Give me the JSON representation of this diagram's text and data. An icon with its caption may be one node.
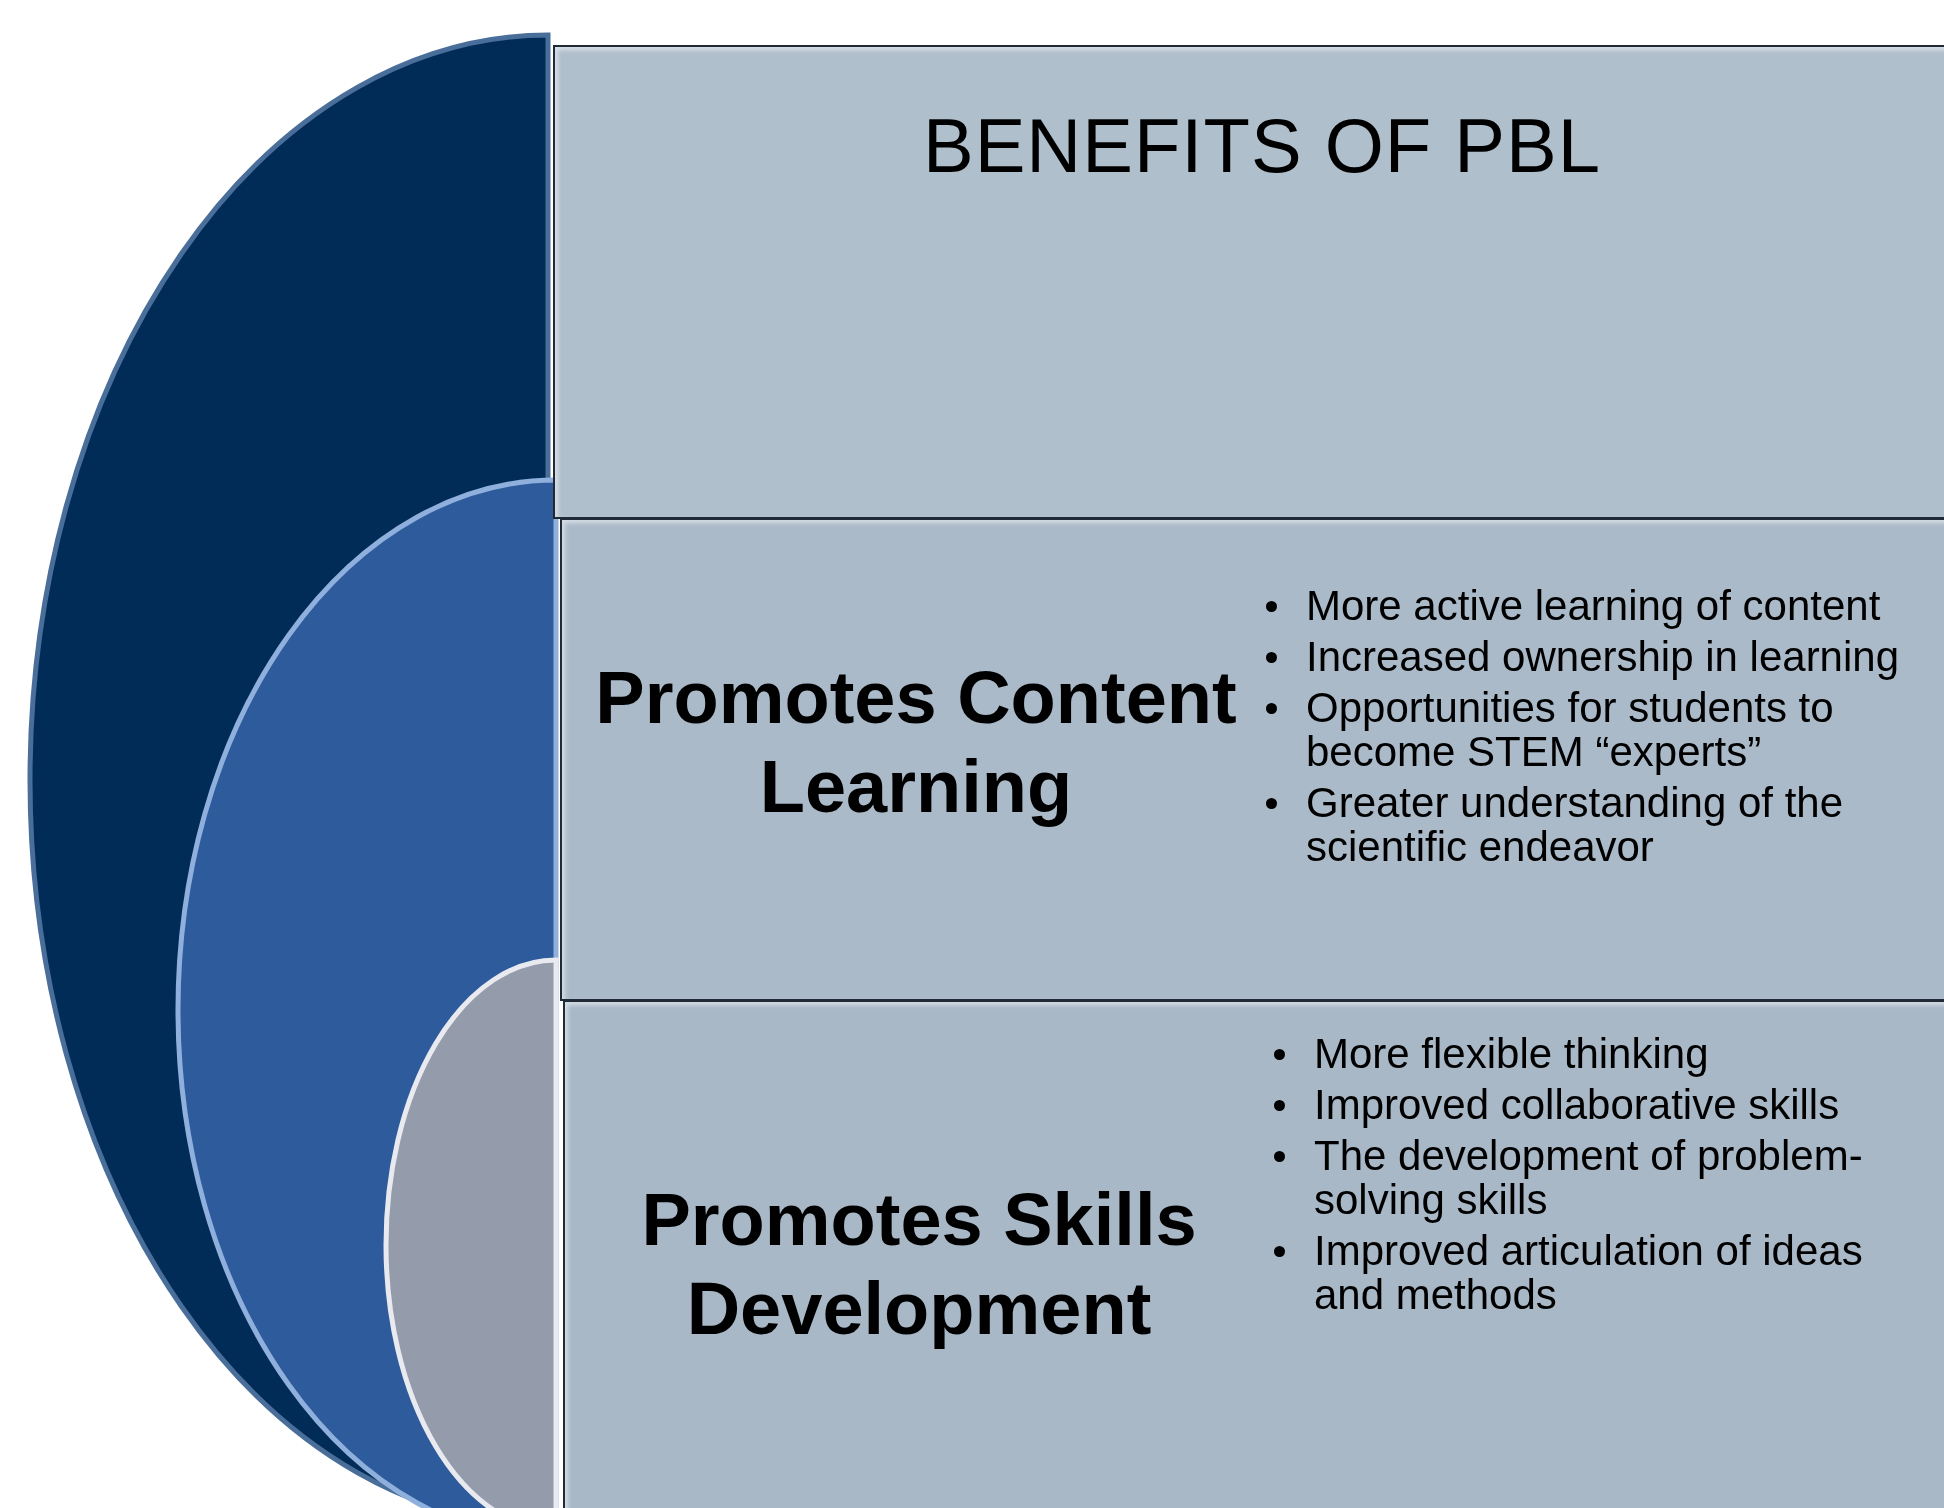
{
  "diagram": {
    "nodes": [
      {
        "text": [
          "BENEFITS OF PBL"
        ]
      },
      {
        "text": [
          "Promotes Content Learning",
          "More active learning of content",
          "Increased ownership in learning",
          "Opportunities for students to become STEM “experts”",
          "Greater understanding of the scientific endeavor"
        ]
      },
      {
        "text": [
          "Promotes Skills Development",
          "More flexible thinking",
          "Improved collaborative skills",
          "The development of problem-solving skills",
          "Improved articulation of ideas and methods"
        ]
      }
    ]
  }
}
